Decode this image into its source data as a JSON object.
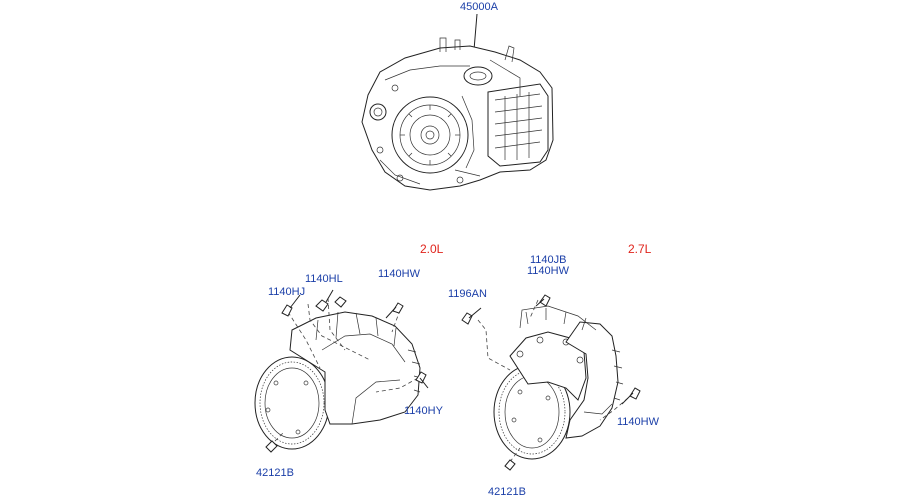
{
  "assembly": {
    "part_number": "45000A"
  },
  "variant_20": {
    "engine_label": "2.0L",
    "labels": {
      "hj": "1140HJ",
      "hl": "1140HL",
      "hw": "1140HW",
      "hy": "1140HY",
      "b": "42121B"
    }
  },
  "variant_27": {
    "engine_label": "2.7L",
    "labels": {
      "an": "1196AN",
      "jb": "1140JB",
      "hw_top": "1140HW",
      "hw_right": "1140HW",
      "b": "42121B"
    }
  },
  "colors": {
    "part_label": "#1b3fa8",
    "engine_label": "#e0241c",
    "line": "#222222"
  }
}
